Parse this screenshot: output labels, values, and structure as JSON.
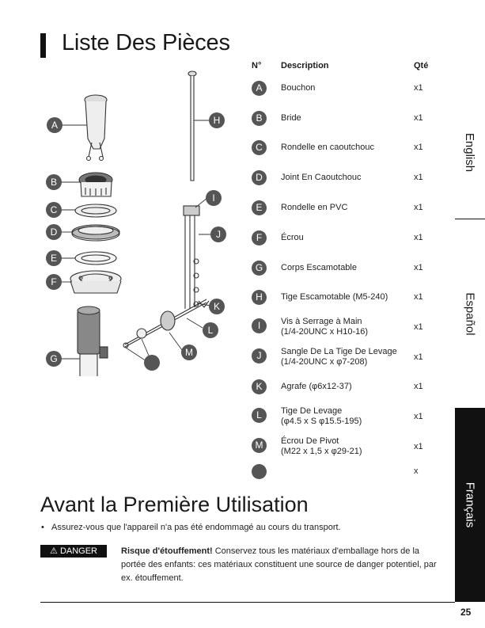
{
  "title": "Liste Des Pièces",
  "table": {
    "headers": {
      "no": "N°",
      "description": "Description",
      "qty": "Qté"
    },
    "rows": [
      {
        "letter": "A",
        "lines": [
          "Bouchon"
        ],
        "qty": "x1"
      },
      {
        "letter": "B",
        "lines": [
          "Bride"
        ],
        "qty": "x1"
      },
      {
        "letter": "C",
        "lines": [
          "Rondelle en caoutchouc"
        ],
        "qty": "x1"
      },
      {
        "letter": "D",
        "lines": [
          "Joint En Caoutchouc"
        ],
        "qty": "x1"
      },
      {
        "letter": "E",
        "lines": [
          "Rondelle en PVC"
        ],
        "qty": "x1"
      },
      {
        "letter": "F",
        "lines": [
          "Écrou"
        ],
        "qty": "x1"
      },
      {
        "letter": "G",
        "lines": [
          "Corps Escamotable"
        ],
        "qty": "x1"
      },
      {
        "letter": "H",
        "lines": [
          "Tige Escamotable (M5-240)"
        ],
        "qty": "x1"
      },
      {
        "letter": "I",
        "lines": [
          "Vis à Serrage à Main",
          "(1/4-20UNC x H10-16)"
        ],
        "qty": "x1"
      },
      {
        "letter": "J",
        "lines": [
          "Sangle De La Tige De Levage",
          "(1/4-20UNC x φ7-208)"
        ],
        "qty": "x1"
      },
      {
        "letter": "K",
        "lines": [
          "Agrafe (φ6x12-37)"
        ],
        "qty": "x1"
      },
      {
        "letter": "L",
        "lines": [
          "Tige De Levage",
          "(φ4.5 x S φ15.5-195)"
        ],
        "qty": "x1"
      },
      {
        "letter": "M",
        "lines": [
          "Écrou De Pivot",
          "(M22 x 1,5 x φ29-21)"
        ],
        "qty": "x1"
      },
      {
        "letter": "",
        "lines": [
          ""
        ],
        "qty": "x"
      }
    ]
  },
  "diagram": {
    "left_labels": [
      "A",
      "B",
      "C",
      "D",
      "E",
      "F",
      "G"
    ],
    "right_labels": [
      "H",
      "I",
      "J",
      "K",
      "L",
      "M"
    ]
  },
  "side_tabs": [
    {
      "label": "English",
      "active": false
    },
    {
      "label": "Español",
      "active": false
    },
    {
      "label": "Français",
      "active": true
    }
  ],
  "section2": {
    "title": "Avant la Première Utilisation",
    "bullet": "Assurez-vous que l'appareil n'a pas été endommagé au cours du transport.",
    "danger_label": "DANGER",
    "danger_bold": "Risque d'étouffement!",
    "danger_text": " Conservez tous les matériaux d'emballage hors de la portée des enfants: ces matériaux constituent une source de danger potentiel, par ex. étouffement."
  },
  "page_number": "25",
  "colors": {
    "badge": "#555555",
    "tab_active": "#111111",
    "text": "#1a1a1a"
  }
}
